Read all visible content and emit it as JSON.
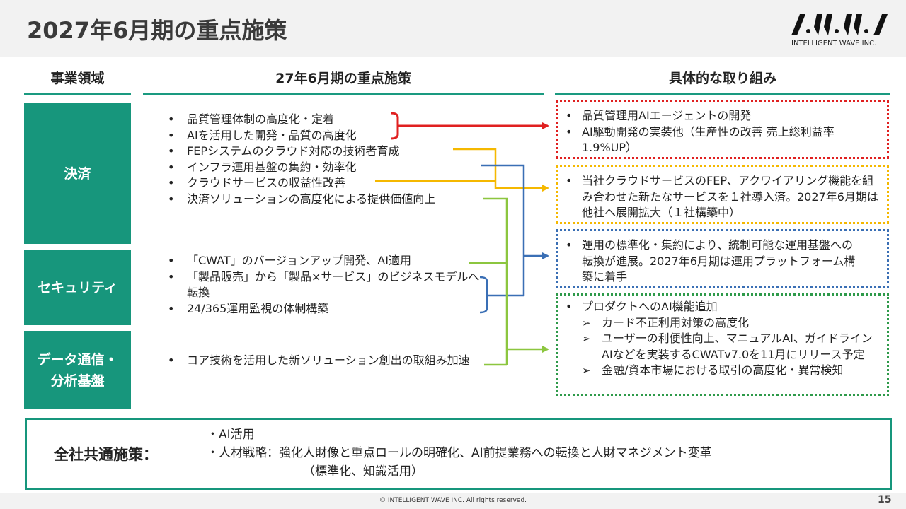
{
  "title": "2027年6月期の重点施策",
  "logo": {
    "text": "INTELLIGENT WAVE INC."
  },
  "columns": {
    "domain": "事業領域",
    "measures": "27年6月期の重点施策",
    "actions": "具体的な取り組み"
  },
  "domains": [
    "決済",
    "セキュリティ",
    "データ通信・\n分析基盤"
  ],
  "payment_measures": [
    "品質管理体制の高度化・定着",
    "AIを活用した開発・品質の高度化",
    "FEPシステムのクラウド対応の技術者育成",
    "インフラ運用基盤の集約・効率化",
    "クラウドサービスの収益性改善",
    "決済ソリューションの高度化による提供価値向上"
  ],
  "security_measures": [
    "「CWAT」のバージョンアップ開発、AI適用",
    "「製品販売」から「製品×サービス」のビジネスモデルへ転換",
    "24/365運用監視の体制構築"
  ],
  "data_measures": [
    "コア技術を活用した新ソリューション創出の取組み加速"
  ],
  "actions": {
    "red": [
      "品質管理用AIエージェントの開発",
      "AI駆動開発の実装他（生産性の改善 売上総利益率1.9%UP）"
    ],
    "yellow": [
      "当社クラウドサービスのFEP、アクワイアリング機能を組み合わせた新たなサービスを１社導入済。2027年6月期は他社へ展開拡大（１社構築中）"
    ],
    "blue": [
      "運用の標準化・集約により、統制可能な運用基盤への転換が進展。2027年6月期は運用プラットフォーム構築に着手"
    ],
    "green": {
      "main": "プロダクトへのAI機能追加",
      "subs": [
        "カード不正利用対策の高度化",
        "ユーザーの利便性向上、マニュアルAI、ガイドラインAIなどを実装するCWATv7.0を11月にリリース予定",
        "金融/資本市場における取引の高度化・異常検知"
      ]
    }
  },
  "company_wide": {
    "label": "全社共通施策：",
    "line1": "・AI活用",
    "line2": "・人材戦略：強化人財像と重点ロールの明確化、AI前提業務への転換と人財マネジメント変革",
    "line3": "（標準化、知識活用）"
  },
  "footer": {
    "copyright": "© INTELLIGENT WAVE INC. All rights reserved.",
    "page": "15"
  },
  "colors": {
    "teal": "#17967c",
    "red": "#e02020",
    "yellow": "#f5b800",
    "blue": "#3a6fb5",
    "green": "#8cc63f"
  }
}
